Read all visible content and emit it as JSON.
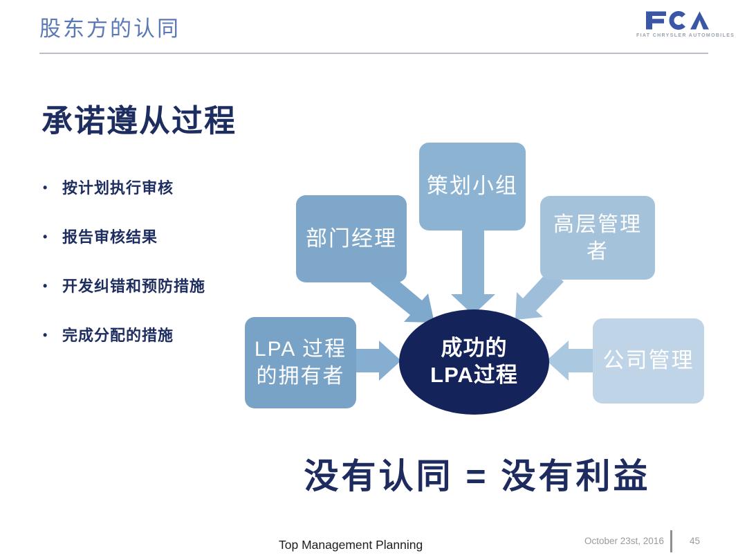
{
  "slide": {
    "title": "股东方的认同",
    "heading": "承诺遵从过程",
    "bullets": [
      "按计划执行审核",
      "报告审核结果",
      "开发纠错和预防措施",
      "完成分配的措施"
    ],
    "statement": "没有认同 = 没有利益"
  },
  "logo": {
    "text": "FCA",
    "tagline": "FIAT CHRYSLER AUTOMOBILES",
    "color": "#3a57a7"
  },
  "diagram": {
    "boxes": [
      {
        "id": "dept-manager",
        "lines": [
          "部门经理"
        ],
        "color": "#7ea7c9"
      },
      {
        "id": "planning-team",
        "lines": [
          "策划小组"
        ],
        "color": "#8db3d3"
      },
      {
        "id": "top-management",
        "lines": [
          "高层管理",
          "者"
        ],
        "color": "#a5c2db"
      },
      {
        "id": "lpa-process-owner",
        "lines": [
          "LPA 过程",
          "的拥有者"
        ],
        "color": "#78a2c6"
      },
      {
        "id": "corporate-management",
        "lines": [
          "公司管理"
        ],
        "color": "#bfd4e6"
      }
    ],
    "arrows": [
      {
        "from": "dept-manager",
        "to": "center",
        "color": "#7fa9cc"
      },
      {
        "from": "planning-team",
        "to": "center",
        "color": "#8db3d3"
      },
      {
        "from": "top-management",
        "to": "center",
        "color": "#9fbeda"
      },
      {
        "from": "lpa-process-owner",
        "to": "center",
        "color": "#86aed1"
      },
      {
        "from": "corporate-management",
        "to": "center",
        "color": "#aac8e0"
      }
    ],
    "center": {
      "line1": "成功的",
      "line2": "LPA过程",
      "color": "#14235a"
    }
  },
  "footer": {
    "left": "Top Management Planning",
    "date": "October 23st, 2016",
    "page": "45"
  },
  "colors": {
    "title_blue": "#5a79b6",
    "navy_text": "#1e2d5f",
    "header_rule": "#b9bec6"
  }
}
